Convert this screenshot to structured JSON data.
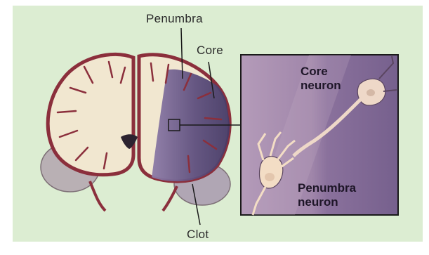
{
  "diagram": {
    "labels": {
      "penumbra": "Penumbra",
      "core": "Core",
      "clot": "Clot"
    },
    "inset": {
      "core_neuron": [
        "Core",
        "neuron"
      ],
      "penumbra_neuron": [
        "Penumbra",
        "neuron"
      ]
    },
    "colors": {
      "background": "#dcedd2",
      "tissue": "#f1e7d0",
      "brain_outline": "#8b2f3c",
      "core_region": "#4a3f6a",
      "penumbra_region": "#7a6a98",
      "inset_light": "#b49bb9",
      "inset_dark": "#76608d",
      "neuron": "#f3ddc5"
    },
    "icons": [
      "brain-section-illustration",
      "neuron-illustration"
    ]
  }
}
